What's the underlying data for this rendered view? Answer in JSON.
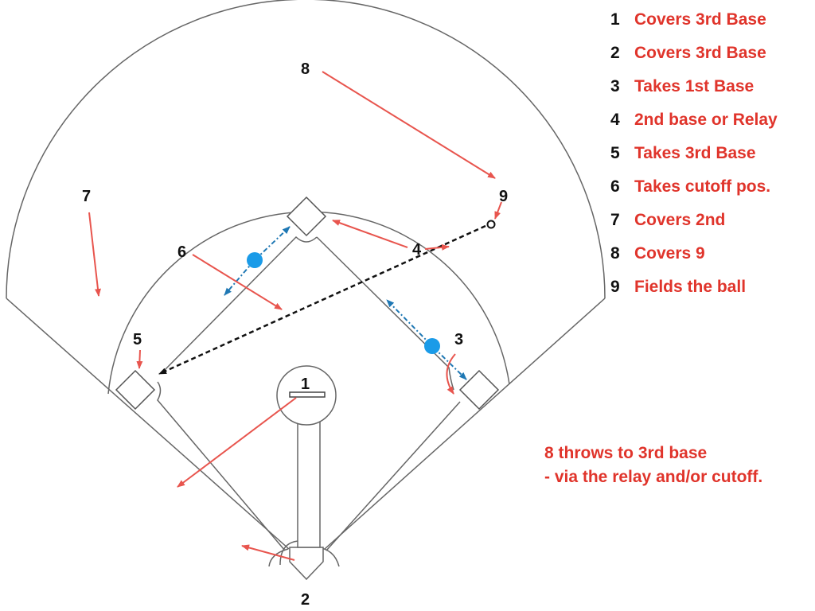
{
  "positions": [
    {
      "num": "1",
      "role": "Covers 3rd Base"
    },
    {
      "num": "2",
      "role": "Covers 3rd Base"
    },
    {
      "num": "3",
      "role": "Takes 1st Base"
    },
    {
      "num": "4",
      "role": "2nd base or Relay"
    },
    {
      "num": "5",
      "role": "Takes 3rd Base"
    },
    {
      "num": "6",
      "role": "Takes cutoff pos."
    },
    {
      "num": "7",
      "role": "Covers 2nd"
    },
    {
      "num": "8",
      "role": "Covers 9"
    },
    {
      "num": "9",
      "role": "Fields the ball"
    }
  ],
  "field_labels": {
    "p1": "1",
    "p2": "2",
    "p3": "3",
    "p4": "4",
    "p5": "5",
    "p6": "6",
    "p7": "7",
    "p8": "8",
    "p9": "9"
  },
  "note": {
    "line1": "8 throws to 3rd base",
    "line2": "- via the relay and/or cutoff."
  },
  "colors": {
    "movement_arrow": "#e8554e",
    "throw_path": "#111111",
    "player_marker": "#1a9be8",
    "player_path": "#1f78b4",
    "field_line": "#666666",
    "role_text": "#e0342b"
  }
}
